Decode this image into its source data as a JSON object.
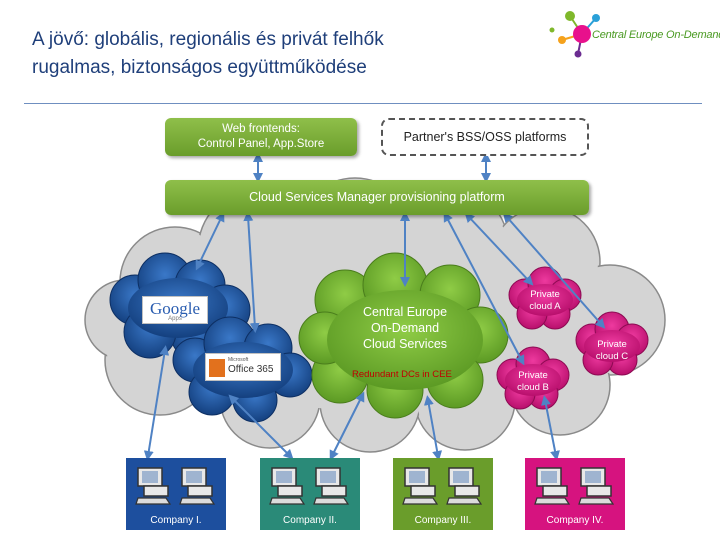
{
  "title": {
    "line1": "A jövő: globális, regionális és privát felhők",
    "line2": "rugalmas, biztonságos együttműködése"
  },
  "logo": {
    "text": "Central Europe On-Demand",
    "colors": [
      "#e8118c",
      "#7fb82b",
      "#f5a21c",
      "#2aa0d8",
      "#6b2c91"
    ]
  },
  "top_boxes": {
    "web_frontends_line1": "Web frontends:",
    "web_frontends_line2": "Control Panel, App.Store",
    "partner": "Partner's BSS/OSS platforms"
  },
  "provisioning": "Cloud Services Manager provisioning platform",
  "clouds": {
    "google": "Google",
    "google_sub": "Apps",
    "office_small": "Microsoft",
    "office": "Office 365",
    "ceod_line1": "Central Europe",
    "ceod_line2": "On-Demand",
    "ceod_line3": "Cloud Services",
    "redundant": "Redundant DCs in CEE",
    "private_a_line1": "Private",
    "private_a_line2": "cloud A",
    "private_b_line1": "Private",
    "private_b_line2": "cloud B",
    "private_c_line1": "Private",
    "private_c_line2": "cloud C"
  },
  "companies": [
    {
      "label": "Company I.",
      "color": "#1d4f9e"
    },
    {
      "label": "Company II.",
      "color": "#2a8a78"
    },
    {
      "label": "Company III.",
      "color": "#6a9d2b"
    },
    {
      "label": "Company IV.",
      "color": "#d6137f"
    }
  ],
  "colors": {
    "green": "#6a9d2b",
    "blue_cloud": "#1d4f9e",
    "magenta": "#d6137f",
    "arrow": "#4f82c4",
    "grey_cloud": "#d4d4d4"
  }
}
